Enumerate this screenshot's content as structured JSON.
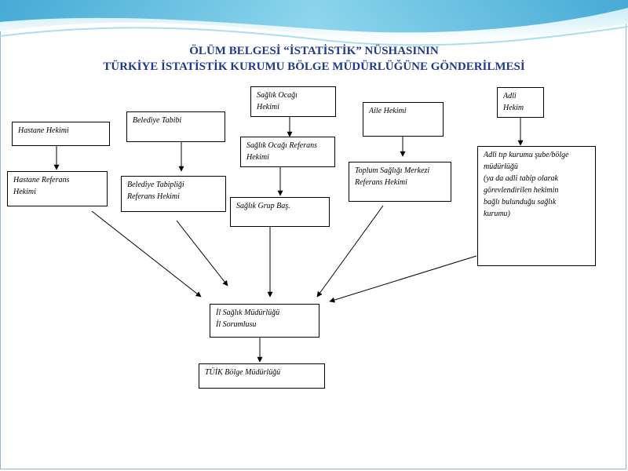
{
  "title": {
    "line1": "ÖLÜM BELGESİ “İSTATİSTİK” NÜSHASININ",
    "line2": "TÜRKİYE İSTATİSTİK KURUMU BÖLGE MÜDÜRLÜĞÜNE GÖNDERİLMESİ"
  },
  "colors": {
    "title": "#1f3a8a",
    "wave_light": "#bfe9f5",
    "wave_mid": "#7fcbe6",
    "wave_dark": "#2f9fcf"
  },
  "nodes": {
    "hastane_hekimi": [
      "Hastane Hekimi"
    ],
    "hastane_referans": [
      "Hastane Referans",
      "Hekimi"
    ],
    "belediye_tabibi": [
      "Belediye Tabibi"
    ],
    "belediye_tabiplik": [
      "Belediye Tabipliği",
      "Referans Hekimi"
    ],
    "saglik_ocagi_hekimi": [
      "Sağlık Ocağı",
      "Hekimi"
    ],
    "saglik_ocagi_referans": [
      "Sağlık Ocağı Referans",
      "Hekimi"
    ],
    "saglik_grup": [
      "Sağlık Grup Baş."
    ],
    "aile_hekimi": [
      "Aile Hekimi"
    ],
    "toplum_sagligi": [
      "Toplum Sağlığı Merkezi",
      "Referans Hekimi"
    ],
    "adli_hekim": [
      "Adli",
      "Hekim"
    ],
    "adli_tip": [
      "Adli tıp kurumu şube/bölge",
      "müdürlüğü",
      "(ya da adli tabip olarak",
      "görevlendirilen hekimin",
      "bağlı bulunduğu sağlık",
      "kurumu)"
    ],
    "il_saglik": [
      "İl Sağlık Müdürlüğü",
      "İl Sorumlusu"
    ],
    "tuik": [
      "TÜİK Bölge Müdürlüğü"
    ]
  }
}
